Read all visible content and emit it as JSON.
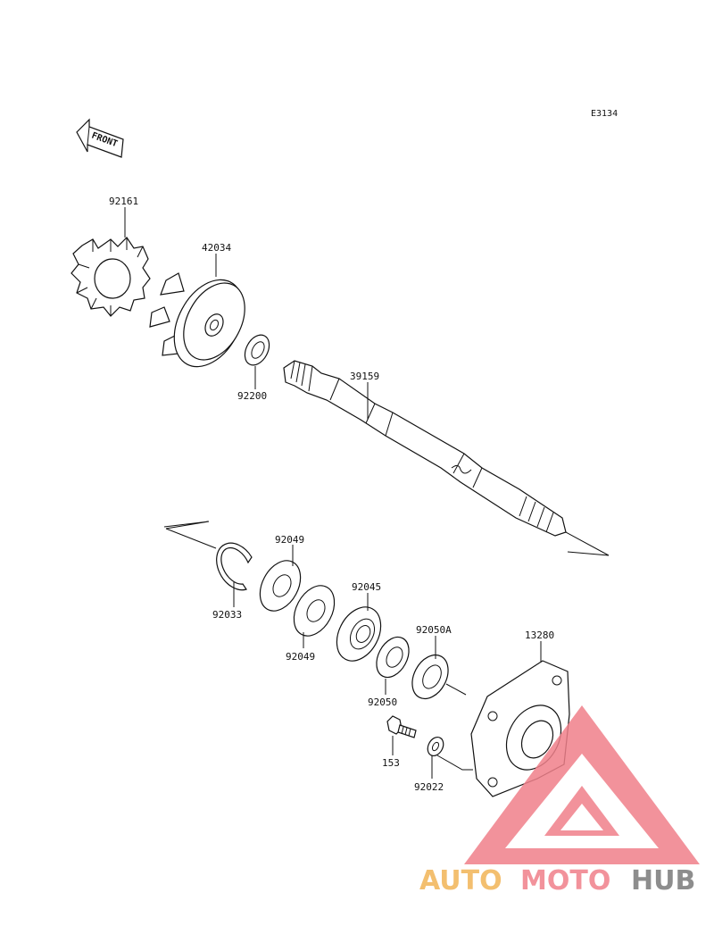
{
  "diagram_code": "E3134",
  "front_label": "FRONT",
  "parts": [
    {
      "id": "p-92161",
      "label": "92161"
    },
    {
      "id": "p-42034",
      "label": "42034"
    },
    {
      "id": "p-92200",
      "label": "92200"
    },
    {
      "id": "p-39159",
      "label": "39159"
    },
    {
      "id": "p-92049a",
      "label": "92049"
    },
    {
      "id": "p-92033",
      "label": "92033"
    },
    {
      "id": "p-92045",
      "label": "92045"
    },
    {
      "id": "p-92049b",
      "label": "92049"
    },
    {
      "id": "p-92050a",
      "label": "92050A"
    },
    {
      "id": "p-13280",
      "label": "13280"
    },
    {
      "id": "p-92050",
      "label": "92050"
    },
    {
      "id": "p-153",
      "label": "153"
    },
    {
      "id": "p-92022",
      "label": "92022"
    }
  ],
  "watermark": {
    "part1": "AUTO",
    "part2": "MOTO",
    "part3": "HUB",
    "colors": {
      "orange": "#f2b457",
      "red": "#f0808a",
      "gray": "#7a7a7a"
    }
  }
}
